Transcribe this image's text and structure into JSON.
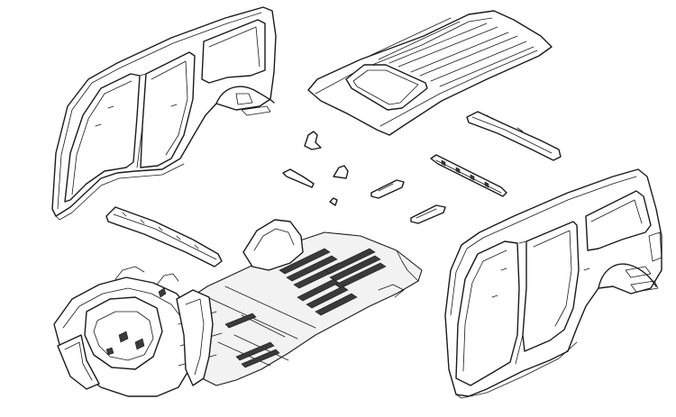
{
  "diagram": {
    "type": "exploded-view",
    "colors": {
      "line": "#1a1a1a",
      "background": "#ffffff",
      "hatch": "#3a3a3a"
    },
    "parts": [
      "left-body-side-panel",
      "roof-panel",
      "rear-roof-header",
      "windshield-header",
      "center-roof-bow",
      "small-brackets",
      "cowl-panel",
      "floor-and-front-structure",
      "right-body-side-panel"
    ]
  }
}
